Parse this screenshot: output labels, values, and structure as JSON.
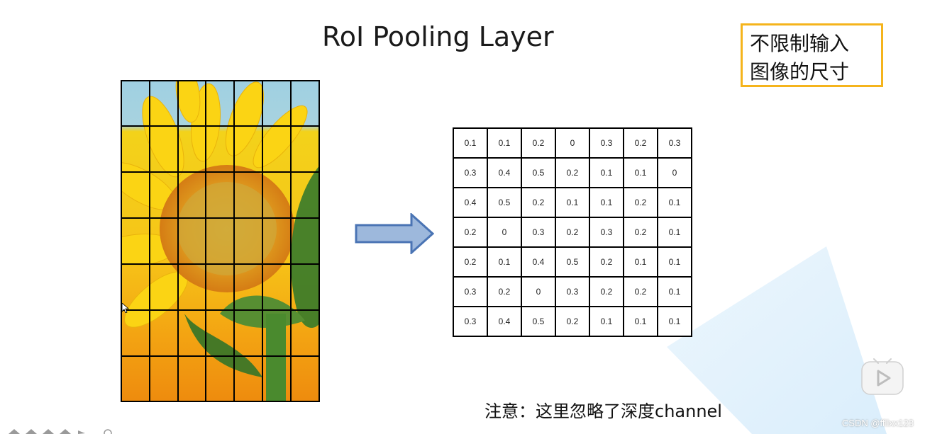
{
  "slide": {
    "title": "RoI Pooling Layer",
    "note_box": {
      "line1": "不限制输入",
      "line2": "图像的尺寸",
      "border_color": "#f5b41c"
    },
    "footer_note": "注意：这里忽略了深度channel",
    "watermark": "CSDN @ffllxx123"
  },
  "image": {
    "subject": "sunflower",
    "grid_cols": 7,
    "grid_rows": 7,
    "icon": "sunflower-photo"
  },
  "arrow": {
    "icon": "right-arrow-icon",
    "fill": "#9db8dc",
    "stroke": "#4a74b4"
  },
  "matrix": {
    "rows": [
      [
        "0.1",
        "0.1",
        "0.2",
        "0",
        "0.3",
        "0.2",
        "0.3"
      ],
      [
        "0.3",
        "0.4",
        "0.5",
        "0.2",
        "0.1",
        "0.1",
        "0"
      ],
      [
        "0.4",
        "0.5",
        "0.2",
        "0.1",
        "0.1",
        "0.2",
        "0.1"
      ],
      [
        "0.2",
        "0",
        "0.3",
        "0.2",
        "0.3",
        "0.2",
        "0.1"
      ],
      [
        "0.2",
        "0.1",
        "0.4",
        "0.5",
        "0.2",
        "0.1",
        "0.1"
      ],
      [
        "0.3",
        "0.2",
        "0",
        "0.3",
        "0.2",
        "0.2",
        "0.1"
      ],
      [
        "0.3",
        "0.4",
        "0.5",
        "0.2",
        "0.1",
        "0.1",
        "0.1"
      ]
    ]
  },
  "player": {
    "play_icon": "play-icon"
  }
}
